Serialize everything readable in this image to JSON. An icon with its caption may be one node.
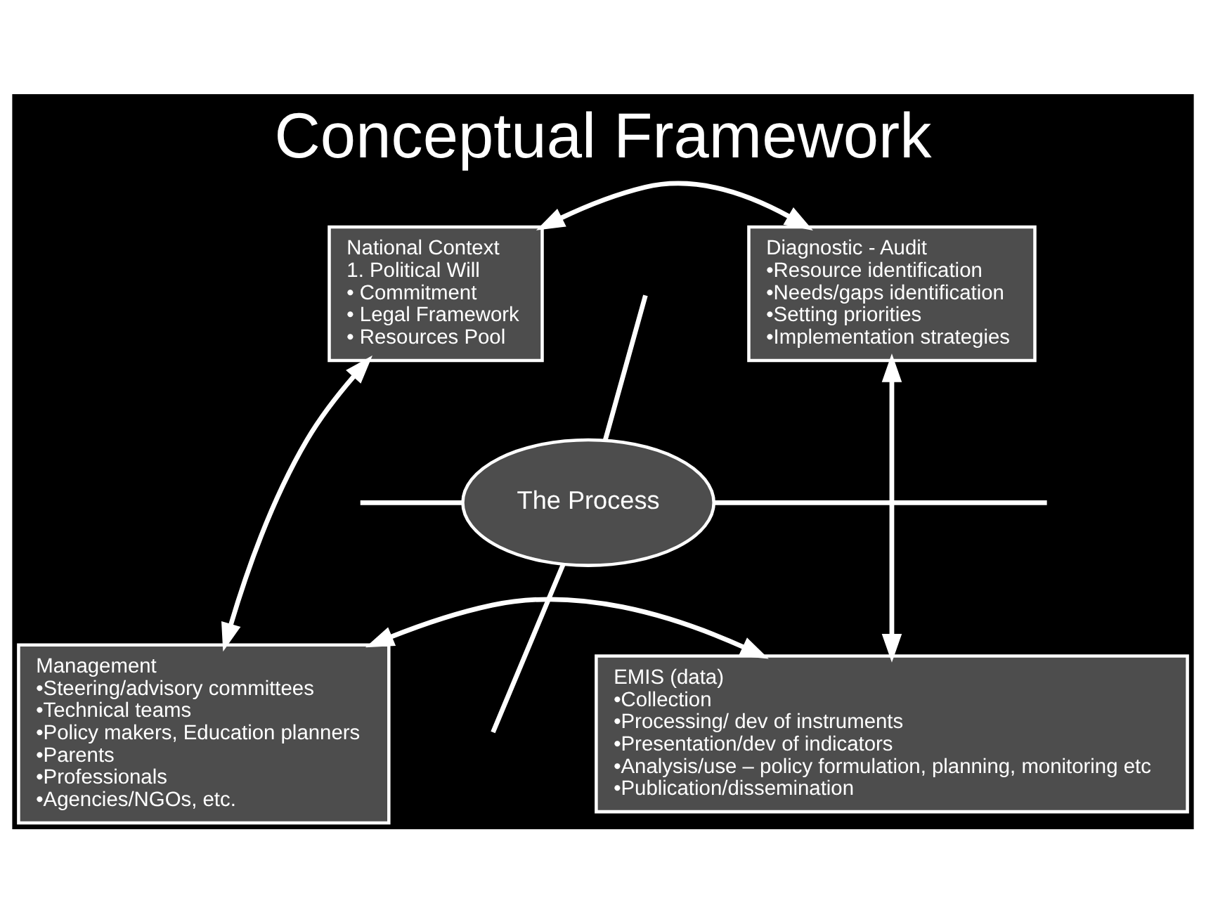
{
  "diagram": {
    "title": "Conceptual Framework",
    "nodes": [
      {
        "text": [
          "National Context",
          "1. Political Will",
          "• Commitment",
          "• Legal Framework",
          "• Resources Pool"
        ]
      },
      {
        "text": [
          "Diagnostic - Audit",
          "•Resource identification",
          "•Needs/gaps identification",
          "•Setting priorities",
          "•Implementation strategies"
        ]
      },
      {
        "text": [
          "The Process"
        ]
      },
      {
        "text": [
          "Management",
          "•Steering/advisory committees",
          "•Technical teams",
          "•Policy makers, Education planners",
          "•Parents",
          "•Professionals",
          "•Agencies/NGOs, etc."
        ]
      },
      {
        "text": [
          "EMIS (data)",
          "•Collection",
          "•Processing/ dev of instruments",
          "•Presentation/dev of indicators",
          "•Analysis/use – policy formulation, planning, monitoring etc",
          "•Publication/dissemination"
        ]
      }
    ],
    "edges": [
      {
        "from": 0,
        "to": 1,
        "arrow": "both"
      },
      {
        "from": 0,
        "to": 3,
        "arrow": "both"
      },
      {
        "from": 1,
        "to": 4,
        "arrow": "both"
      },
      {
        "from": 3,
        "to": 4,
        "arrow": "both"
      },
      {
        "from": 2,
        "to": null,
        "arrow": "none"
      },
      {
        "from": 2,
        "to": null,
        "arrow": "none"
      },
      {
        "from": 2,
        "to": null,
        "arrow": "none"
      },
      {
        "from": 2,
        "to": null,
        "arrow": "none"
      }
    ]
  }
}
